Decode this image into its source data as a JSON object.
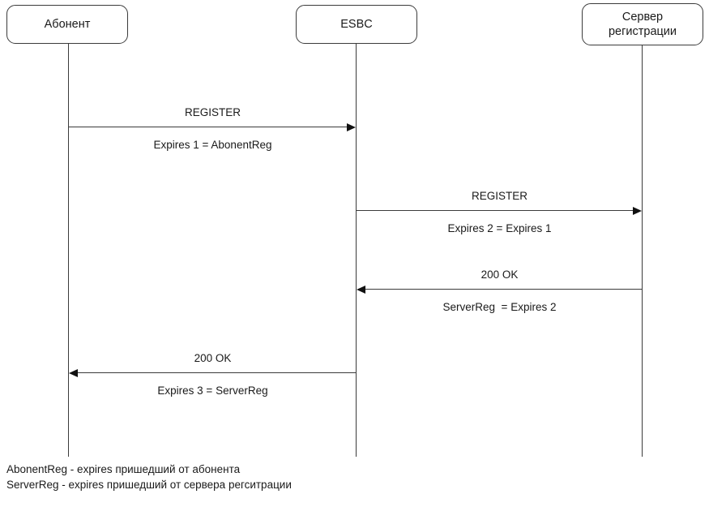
{
  "diagram": {
    "title": "SIP REGISTER sequence diagram",
    "line_color": "#3b3b3b",
    "arrow_color": "#111111",
    "text_color": "#1a1a1a",
    "background": "#ffffff"
  },
  "participants": [
    {
      "id": "abonent",
      "label": "Абонент"
    },
    {
      "id": "esbc",
      "label": "ESBC"
    },
    {
      "id": "reg_server",
      "label": "Сервер\nрегистрации"
    }
  ],
  "messages": [
    {
      "id": "msg1",
      "from": "abonent",
      "to": "esbc",
      "direction": "right",
      "label": "REGISTER",
      "sublabel": "Expires 1 = AbonentReg"
    },
    {
      "id": "msg2",
      "from": "esbc",
      "to": "reg_server",
      "direction": "right",
      "label": "REGISTER",
      "sublabel": "Expires 2 = Expires 1"
    },
    {
      "id": "msg3",
      "from": "reg_server",
      "to": "esbc",
      "direction": "left",
      "label": "200 OK",
      "sublabel": "ServerReg  = Expires 2"
    },
    {
      "id": "msg4",
      "from": "esbc",
      "to": "abonent",
      "direction": "left",
      "label": "200 OK",
      "sublabel": "Expires 3 = ServerReg"
    }
  ],
  "legend": {
    "line1": "AbonentReg - expires пришедший от абонента",
    "line2": "ServerReg - expires пришедший от сервера регситрации"
  }
}
